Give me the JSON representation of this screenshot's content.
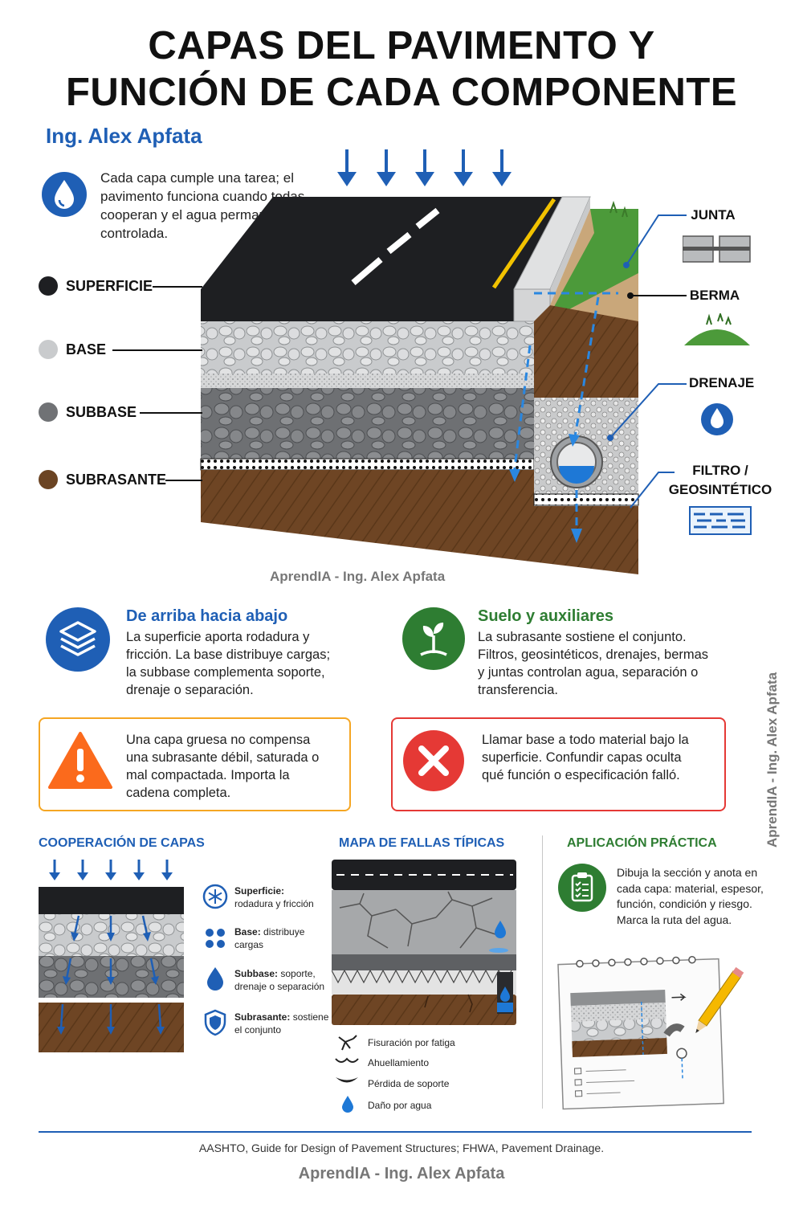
{
  "title_line1": "CAPAS DEL PAVIMENTO Y",
  "title_line2": "FUNCIÓN DE CADA COMPONENTE",
  "author": "Ing. Alex Apfata",
  "intro_text": "Cada capa cumple una tarea; el pavimento funciona cuando todas cooperan y el agua permanece controlada.",
  "layers": {
    "superficie": "SUPERFICIE",
    "base": "BASE",
    "subbase": "SUBBASE",
    "subrasante": "SUBRASANTE"
  },
  "auxiliaries": {
    "junta": "JUNTA",
    "berma": "BERMA",
    "drenaje": "DRENAJE",
    "filtro_line1": "FILTRO /",
    "filtro_line2": "GEOSINTÉTICO"
  },
  "watermark": "AprendIA - Ing. Alex Apfata",
  "section_top_down": {
    "title": "De arriba hacia abajo",
    "text": "La superficie aporta rodadura y fricción. La base distribuye cargas; la subbase complementa soporte, drenaje o separación."
  },
  "section_soil": {
    "title": "Suelo y auxiliares",
    "text": "La subrasante sostiene el conjunto. Filtros, geosintéticos, drenajes, bermas y juntas controlan agua, separación o transferencia."
  },
  "warning_box": "Una capa gruesa no compensa una subrasante débil, saturada o mal compactada. Importa la cadena completa.",
  "error_box": "Llamar base a todo material bajo la superficie. Confundir capas oculta qué función o especificación falló.",
  "cooperation": {
    "title": "COOPERACIÓN DE CAPAS",
    "items": [
      {
        "name": "Superficie:",
        "desc": "rodadura y fricción"
      },
      {
        "name": "Base:",
        "desc": "distribuye cargas"
      },
      {
        "name": "Subbase:",
        "desc": "soporte, drenaje o separación"
      },
      {
        "name": "Subrasante:",
        "desc": "sostiene el conjunto"
      }
    ]
  },
  "failures": {
    "title": "MAPA DE FALLAS TÍPICAS",
    "items": [
      "Fisuración por fatiga",
      "Ahuellamiento",
      "Pérdida de soporte",
      "Daño por agua"
    ]
  },
  "practice": {
    "title": "APLICACIÓN PRÁCTICA",
    "text": "Dibuja la sección y anota en cada capa: material, espesor, función, condición y riesgo. Marca la ruta del agua."
  },
  "reference": "AASHTO, Guide for Design of Pavement Structures; FHWA, Pavement Drainage.",
  "colors": {
    "blue": "#1f5fb5",
    "green": "#2e7d32",
    "orange": "#f5a623",
    "red": "#e53935",
    "asphalt": "#1e1f22",
    "soil": "#6b4423"
  }
}
